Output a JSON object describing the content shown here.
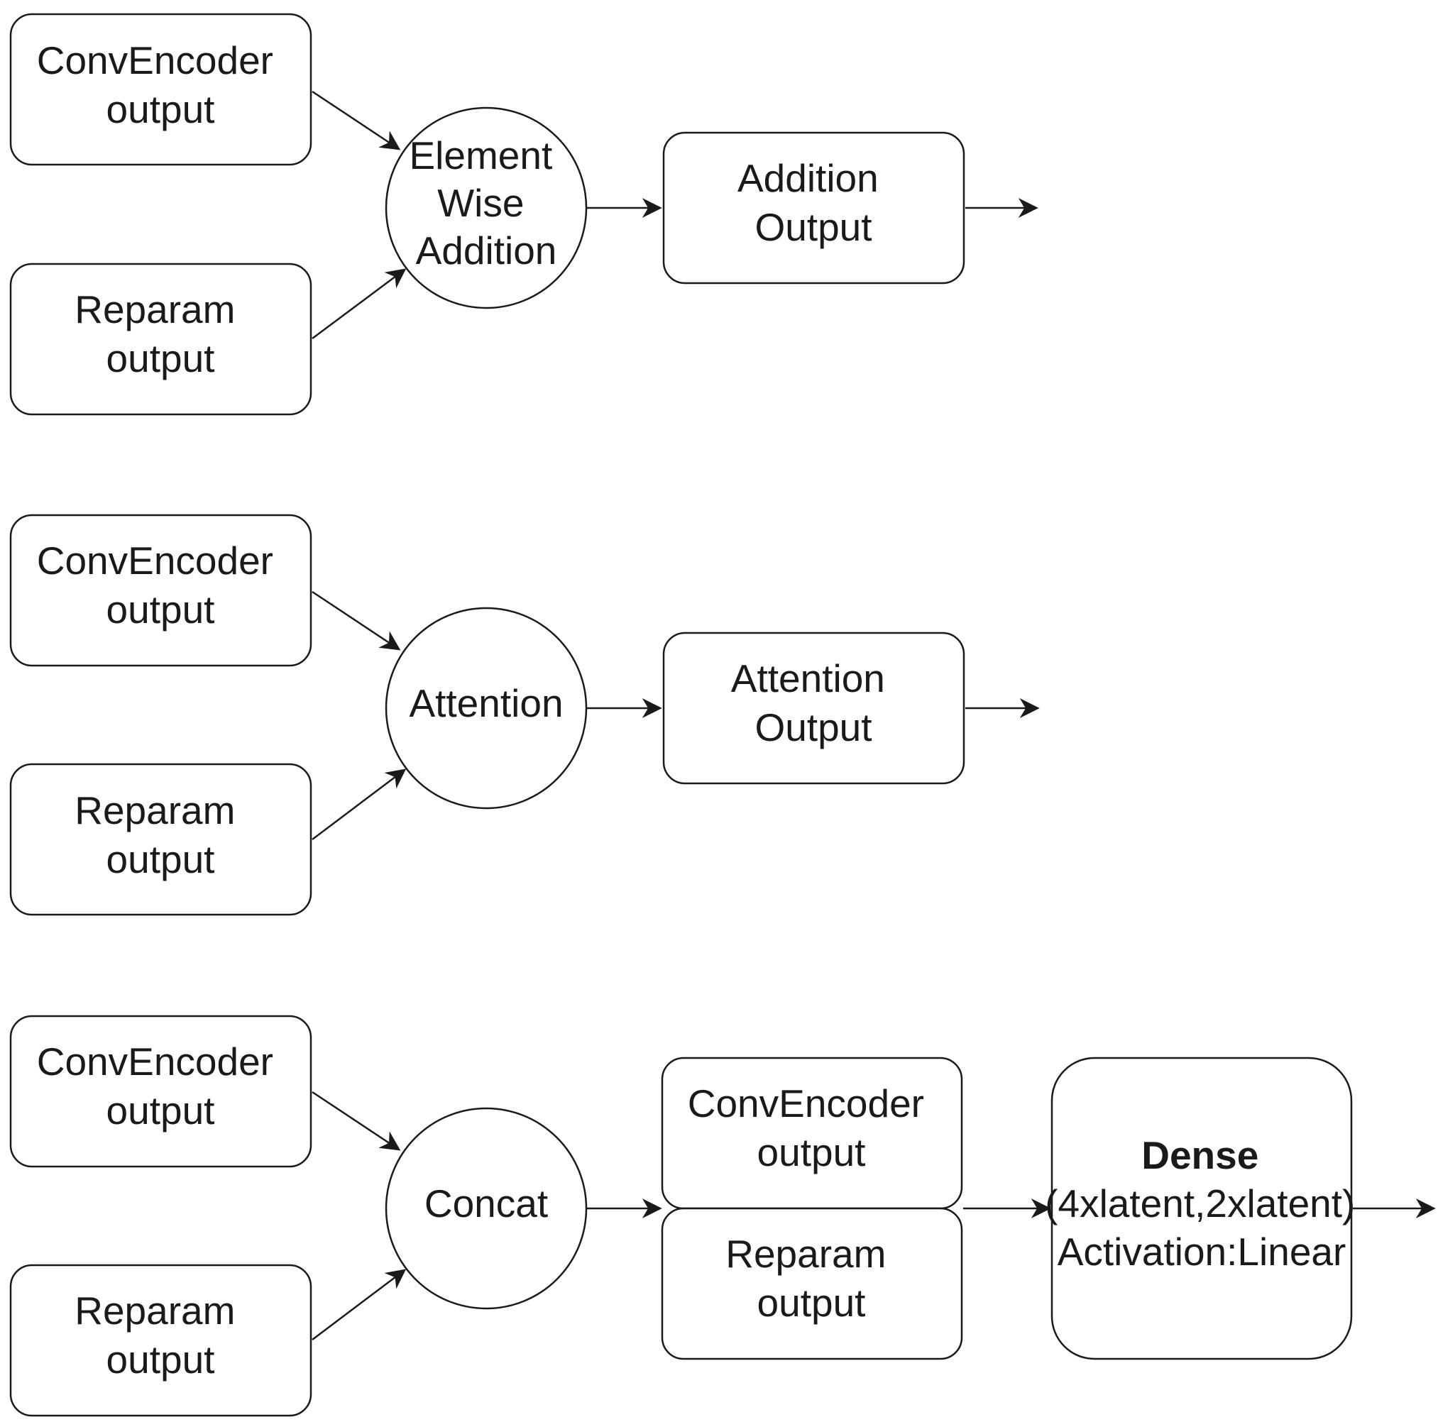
{
  "rows": [
    {
      "input_top": [
        "ConvEncoder",
        "output"
      ],
      "input_bottom": [
        "Reparam",
        "output"
      ],
      "op": [
        "Element",
        "Wise",
        "Addition"
      ],
      "output": [
        "Addition",
        "Output"
      ]
    },
    {
      "input_top": [
        "ConvEncoder",
        "output"
      ],
      "input_bottom": [
        "Reparam",
        "output"
      ],
      "op": [
        "Attention"
      ],
      "output": [
        "Attention",
        "Output"
      ]
    },
    {
      "input_top": [
        "ConvEncoder",
        "output"
      ],
      "input_bottom": [
        "Reparam",
        "output"
      ],
      "op": [
        "Concat"
      ],
      "stack_top": [
        "ConvEncoder",
        "output"
      ],
      "stack_bottom": [
        "Reparam",
        "output"
      ],
      "dense": {
        "title": "Dense",
        "shape": "(4xlatent,2xlatent)",
        "activation": "Activation:Linear"
      }
    }
  ]
}
